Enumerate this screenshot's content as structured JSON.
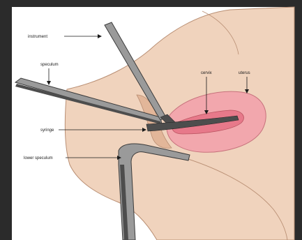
{
  "diagram": {
    "labels": {
      "instrument_top": "instrument",
      "speculum_upper": "speculum",
      "cervix_tube": "cervix",
      "uterus": "uterus",
      "syringe": "syringe",
      "lower_instrument": "lower speculum"
    }
  },
  "colors": {
    "frame_dark": "#2b2b2b",
    "panel_white": "#ffffff",
    "skin": "#f0d3bd",
    "skin_shadow": "#e2b699",
    "outline": "#b98f74",
    "uterus_pink": "#f2a7ad",
    "uterus_inner": "#e7798a",
    "metal_dark": "#4d4d4d",
    "metal_light": "#9a9a9a"
  }
}
